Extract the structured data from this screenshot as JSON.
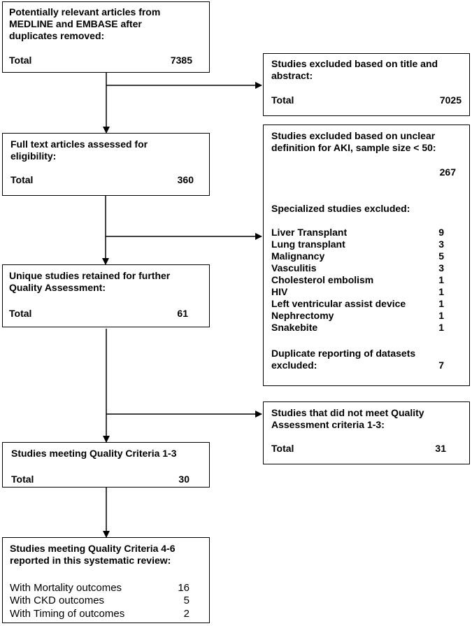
{
  "step1": {
    "line1": "Potentially relevant articles from",
    "line2": "MEDLINE and EMBASE after",
    "line3": "duplicates removed:",
    "total_label": "Total",
    "total_value": "7385"
  },
  "excl1": {
    "line1": "Studies excluded based on title and",
    "line2": "abstract:",
    "total_label": "Total",
    "total_value": "7025"
  },
  "step2": {
    "line1": "Full text articles assessed for",
    "line2": "eligibility:",
    "total_label": "Total",
    "total_value": "360"
  },
  "excl2": {
    "line1": "Studies excluded based on unclear",
    "line2": "definition for AKI, sample size < 50:",
    "count": "267",
    "specialized_heading": "Specialized studies excluded:",
    "items": [
      {
        "label": "Liver Transplant",
        "value": "9"
      },
      {
        "label": "Lung transplant",
        "value": "3"
      },
      {
        "label": "Malignancy",
        "value": "5"
      },
      {
        "label": "Vasculitis",
        "value": "3"
      },
      {
        "label": "Cholesterol embolism",
        "value": "1"
      },
      {
        "label": "HIV",
        "value": "1"
      },
      {
        "label": "Left ventricular assist device",
        "value": "1"
      },
      {
        "label": "Nephrectomy",
        "value": "1"
      },
      {
        "label": "Snakebite",
        "value": "1"
      }
    ],
    "dup_line1": "Duplicate reporting of datasets",
    "dup_line2": "excluded:",
    "dup_value": "7"
  },
  "step3": {
    "line1": "Unique studies retained for further",
    "line2": "Quality Assessment:",
    "total_label": "Total",
    "total_value": "61"
  },
  "excl3": {
    "line1": "Studies that did not meet Quality",
    "line2": "Assessment criteria 1-3:",
    "total_label": "Total",
    "total_value": "31"
  },
  "step4": {
    "line1": "Studies meeting Quality Criteria 1-3",
    "total_label": "Total",
    "total_value": "30"
  },
  "step5": {
    "line1": "Studies meeting Quality Criteria 4-6",
    "line2": "reported in this systematic review:",
    "outcomes": [
      {
        "label": "With Mortality outcomes",
        "value": "16"
      },
      {
        "label": "With CKD outcomes",
        "value": "5"
      },
      {
        "label": "With Timing of outcomes",
        "value": "2"
      }
    ]
  }
}
